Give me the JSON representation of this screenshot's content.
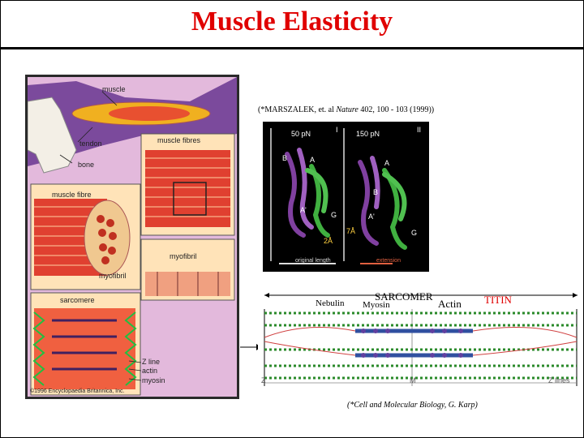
{
  "title": "Muscle Elasticity",
  "left_figure": {
    "labels": {
      "muscle": "muscle",
      "tendon": "tendon",
      "bone": "bone",
      "muscle_fibres": "muscle fibres",
      "muscle_fibre": "muscle fibre",
      "myofibril": "myofibril",
      "myofibril2": "myofibril",
      "sarcomere": "sarcomere",
      "z_line": "Z line",
      "actin": "actin",
      "myosin": "myosin",
      "copyright": "©1996 Encyclopaedia Britannica, Inc."
    }
  },
  "structure_figure": {
    "citation_prefix": "(*MARSZALEK, et. al ",
    "citation_journal": "Nature",
    "citation_suffix": " 402, 100 - 103 (1999))",
    "panel_labels": {
      "left_force": "50 pN",
      "right_force": "150 pN",
      "left_numeral": "I",
      "right_numeral": "II"
    },
    "strand_labels": [
      "B",
      "A",
      "A'",
      "G",
      "B",
      "A",
      "A'",
      "G"
    ],
    "distance_left": "2Å",
    "distance_right": "7Å",
    "legend_original": "original length",
    "legend_extension": "extension"
  },
  "sarcomere_figure": {
    "label_sarcomer": "SARCOMER",
    "label_nebulin": "Nebulin",
    "label_myosin": "Myosin",
    "label_actin": "Actin",
    "label_titin": "TITIN",
    "axis_z": "Z",
    "axis_m": "M",
    "axis_zlines": "Z lines",
    "citation": "(*Cell and Molecular Biology, G. Karp)"
  },
  "colors": {
    "title": "#e00000",
    "titin": "#e00000",
    "panel_bg": "#e3b9dc"
  }
}
